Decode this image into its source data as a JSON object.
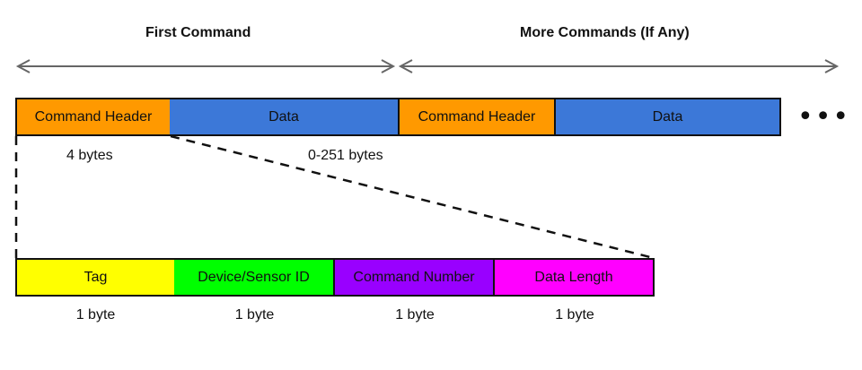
{
  "top_labels": {
    "first_command": "First Command",
    "more_commands": "More Commands (If Any)"
  },
  "command_row": [
    {
      "label": "Command Header",
      "color": "#ff9900"
    },
    {
      "label": "Data",
      "color": "#3c78d8"
    },
    {
      "label": "Command Header",
      "color": "#ff9900"
    },
    {
      "label": "Data",
      "color": "#3c78d8"
    }
  ],
  "continuation": "•••",
  "command_sizes": {
    "header": "4 bytes",
    "data": "0-251 bytes"
  },
  "header_fields": [
    {
      "label": "Tag",
      "color": "#ffff00",
      "size": "1 byte"
    },
    {
      "label": "Device/Sensor ID",
      "color": "#00ff00",
      "size": "1 byte"
    },
    {
      "label": "Command Number",
      "color": "#9900ff",
      "size": "1 byte"
    },
    {
      "label": "Data Length",
      "color": "#ff00ff",
      "size": "1 byte"
    }
  ],
  "colors": {
    "arrow": "#666666",
    "outline": "#111111"
  }
}
